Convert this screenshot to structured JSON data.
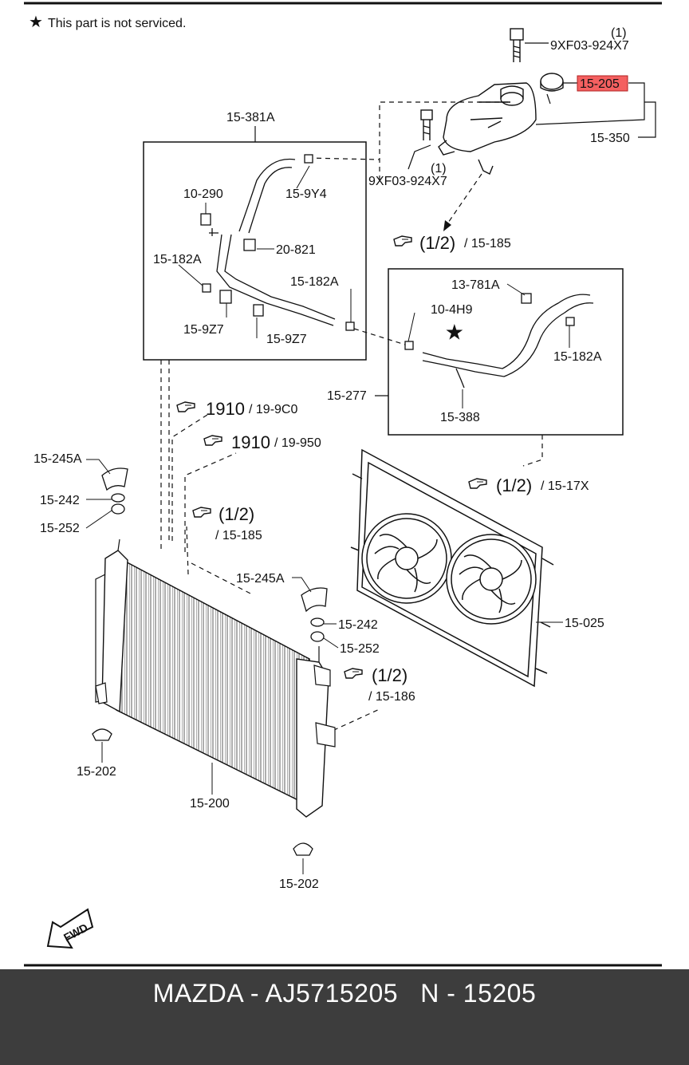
{
  "legend": {
    "star": "★",
    "note": "This part is not serviced."
  },
  "labels": {
    "bolt_top_qty": "(1)",
    "bolt_top_pn": "9XF03-924X7",
    "cap_highlight": "15-205",
    "tank": "15-350",
    "bolt_mid_qty": "(1)",
    "bolt_mid_pn": "9XF03-924X7",
    "hose_assy_upper": "15-381A",
    "p_10290": "10-290",
    "p_159Y4": "15-9Y4",
    "p_20821": "20-821",
    "p_15182A_a": "15-182A",
    "p_15182A_b": "15-182A",
    "p_159Z7_a": "15-9Z7",
    "p_159Z7_b": "15-9Z7",
    "p_13781A": "13-781A",
    "p_104H9": "10-4H9",
    "p_15182A_c": "15-182A",
    "hose_assy_lower": "15-277",
    "p_15388": "15-388",
    "p_15245A_a": "15-245A",
    "p_15242_a": "15-242",
    "p_15252_a": "15-252",
    "p_15245A_b": "15-245A",
    "p_15242_b": "15-242",
    "p_15252_b": "15-252",
    "fan": "15-025",
    "p_15202_a": "15-202",
    "radiator": "15-200",
    "p_15202_b": "15-202",
    "fwd": "FWD"
  },
  "refs": {
    "r1": {
      "num": "(1/2)",
      "sub": "/ 15-185"
    },
    "r2": {
      "num": "1910",
      "sub": "/ 19-9C0"
    },
    "r3": {
      "num": "1910",
      "sub": "/ 19-950"
    },
    "r4": {
      "num": "(1/2)",
      "sub": "/ 15-185"
    },
    "r5": {
      "num": "(1/2)",
      "sub": "/ 15-17X"
    },
    "r6": {
      "num": "(1/2)",
      "sub": "/ 15-186"
    }
  },
  "footer": {
    "brand": "MAZDA",
    "sep": " - ",
    "part_number": "AJ5715205",
    "gap": "   ",
    "code": "N - 15205"
  },
  "colors": {
    "highlight": "#f46060",
    "footer_bg": "#3d3d3d",
    "line": "#111111"
  }
}
